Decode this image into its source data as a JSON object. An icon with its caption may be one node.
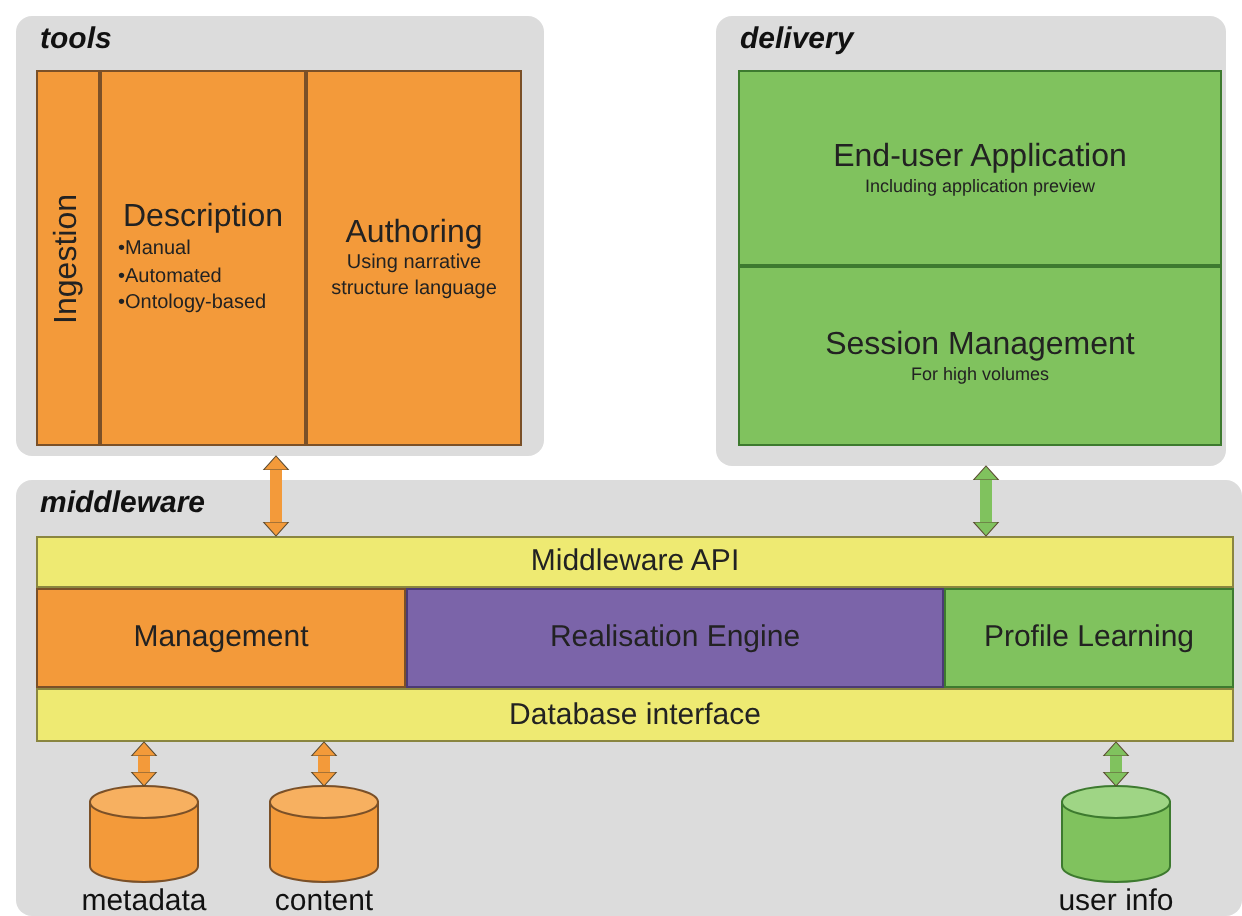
{
  "diagram": {
    "nodes": [
      {
        "text": [
          "tools"
        ]
      },
      {
        "text": [
          "Ingestion"
        ],
        "in": 0
      },
      {
        "text": [
          "Description",
          "•Manual",
          "•Automated",
          "•Ontology-based"
        ],
        "in": 0
      },
      {
        "text": [
          "Authoring",
          "Using narrative structure language"
        ],
        "in": 0
      },
      {
        "text": [
          "delivery"
        ]
      },
      {
        "text": [
          "End-user Application",
          "Including application preview"
        ],
        "in": 4
      },
      {
        "text": [
          "Session Management",
          "For high volumes"
        ],
        "in": 4
      },
      {
        "text": [
          "middleware"
        ]
      },
      {
        "text": [
          "Middleware API"
        ],
        "in": 7
      },
      {
        "text": [
          "Management"
        ],
        "in": 7
      },
      {
        "text": [
          "Realisation Engine"
        ],
        "in": 7
      },
      {
        "text": [
          "Profile Learning"
        ],
        "in": 7
      },
      {
        "text": [
          "Database interface"
        ],
        "in": 7
      },
      {
        "text": [
          "metadata"
        ],
        "in": 7
      },
      {
        "text": [
          "content"
        ],
        "in": 7
      },
      {
        "text": [
          "user info"
        ],
        "in": 7
      }
    ],
    "edges": [
      {
        "from": 0,
        "to": 8,
        "arrow": "both"
      },
      {
        "from": 4,
        "to": 8,
        "arrow": "both",
        "color": "#80c25e"
      },
      {
        "from": 12,
        "to": 13,
        "arrow": "both"
      },
      {
        "from": 12,
        "to": 14,
        "arrow": "both"
      },
      {
        "from": 12,
        "to": 15,
        "arrow": "both",
        "color": "#80c25e"
      }
    ]
  }
}
